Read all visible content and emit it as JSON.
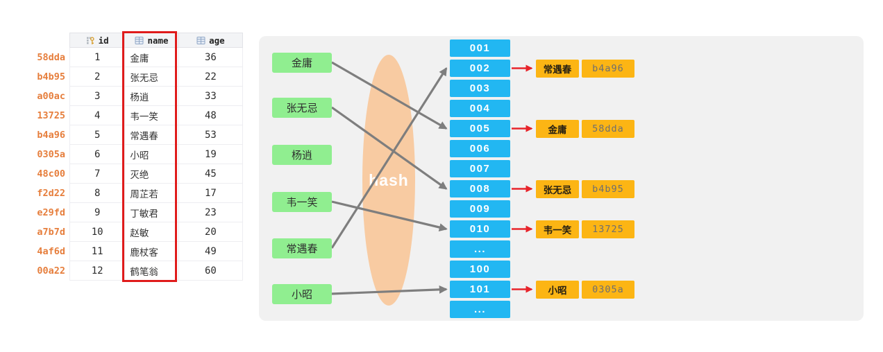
{
  "table": {
    "columns": [
      {
        "label": "id",
        "icon": "primary-key-icon"
      },
      {
        "label": "name",
        "icon": "column-icon"
      },
      {
        "label": "age",
        "icon": "column-icon"
      }
    ],
    "highlighted_column": "name",
    "rows": [
      {
        "hash": "58dda",
        "id": "1",
        "name": "金庸",
        "age": "36"
      },
      {
        "hash": "b4b95",
        "id": "2",
        "name": "张无忌",
        "age": "22"
      },
      {
        "hash": "a00ac",
        "id": "3",
        "name": "杨逍",
        "age": "33"
      },
      {
        "hash": "13725",
        "id": "4",
        "name": "韦一笑",
        "age": "48"
      },
      {
        "hash": "b4a96",
        "id": "5",
        "name": "常遇春",
        "age": "53"
      },
      {
        "hash": "0305a",
        "id": "6",
        "name": "小昭",
        "age": "19"
      },
      {
        "hash": "48c00",
        "id": "7",
        "name": "灭绝",
        "age": "45"
      },
      {
        "hash": "f2d22",
        "id": "8",
        "name": "周芷若",
        "age": "17"
      },
      {
        "hash": "e29fd",
        "id": "9",
        "name": "丁敏君",
        "age": "23"
      },
      {
        "hash": "a7b7d",
        "id": "10",
        "name": "赵敏",
        "age": "20"
      },
      {
        "hash": "4af6d",
        "id": "11",
        "name": "鹿杖客",
        "age": "49"
      },
      {
        "hash": "00a22",
        "id": "12",
        "name": "鹤笔翁",
        "age": "60"
      }
    ]
  },
  "diagram": {
    "hash_label": "hash",
    "inputs": [
      "金庸",
      "张无忌",
      "杨逍",
      "韦一笑",
      "常遇春",
      "小昭"
    ],
    "buckets": [
      "001",
      "002",
      "003",
      "004",
      "005",
      "006",
      "007",
      "008",
      "009",
      "010",
      "...",
      "100",
      "101",
      "..."
    ],
    "mappings": [
      {
        "input": "金庸",
        "bucket": "005"
      },
      {
        "input": "张无忌",
        "bucket": "008"
      },
      {
        "input": "韦一笑",
        "bucket": "010"
      },
      {
        "input": "常遇春",
        "bucket": "002"
      },
      {
        "input": "小昭",
        "bucket": "101"
      }
    ],
    "results": [
      {
        "bucket": "002",
        "name": "常遇春",
        "hash": "b4a96"
      },
      {
        "bucket": "005",
        "name": "金庸",
        "hash": "58dda"
      },
      {
        "bucket": "008",
        "name": "张无忌",
        "hash": "b4b95"
      },
      {
        "bucket": "010",
        "name": "韦一笑",
        "hash": "13725"
      },
      {
        "bucket": "101",
        "name": "小昭",
        "hash": "0305a"
      }
    ],
    "colors": {
      "input_box": "#90ee90",
      "bucket": "#22b7f2",
      "result_box": "#fcb514",
      "capsule": "#f8cba2",
      "arrow": "#7e7e7e",
      "result_arrow": "#e7242b",
      "panel": "#f1f1f1",
      "hash_text": "#e67e3c",
      "highlight": "#e01b1b"
    }
  }
}
